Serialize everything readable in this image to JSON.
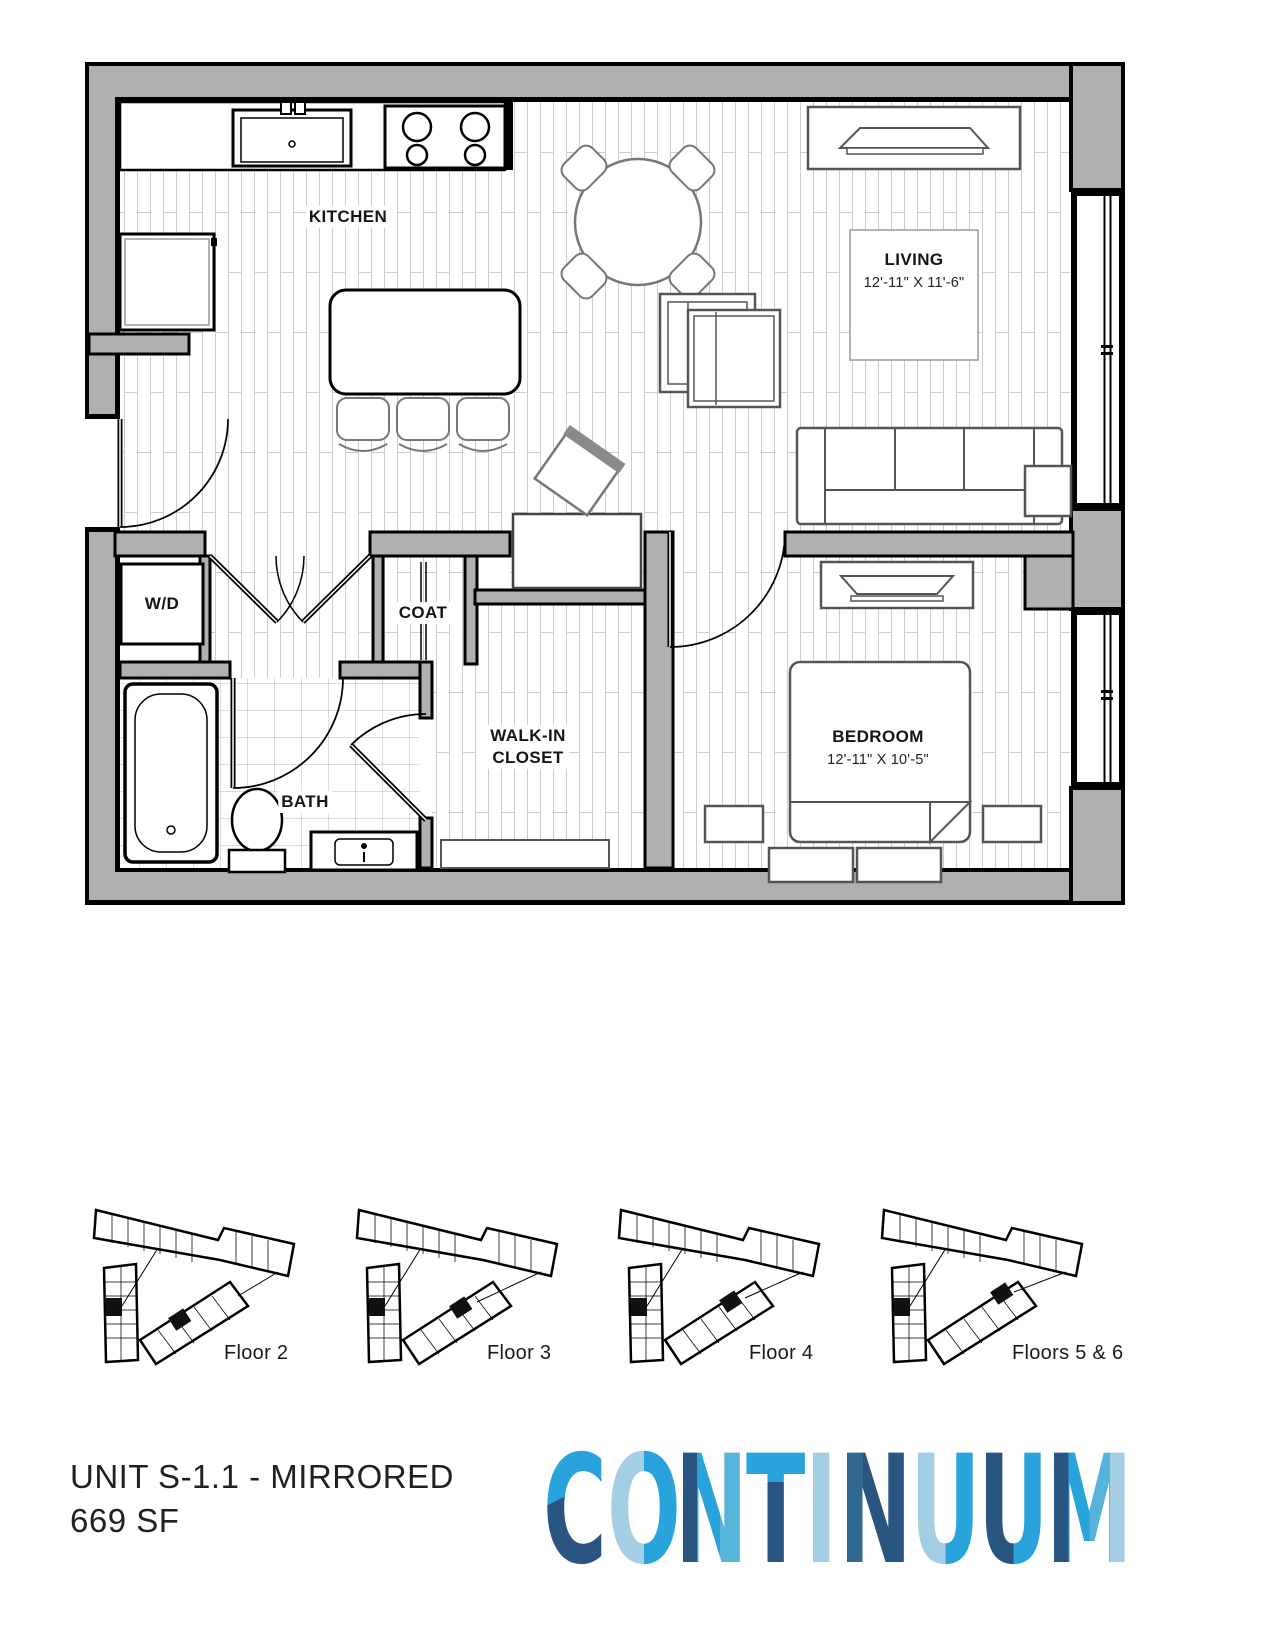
{
  "floor_plan": {
    "rooms": {
      "kitchen": {
        "label": "KITCHEN"
      },
      "living": {
        "label": "LIVING",
        "dims": "12'-11\" X 11'-6\""
      },
      "bedroom": {
        "label": "BEDROOM",
        "dims": "12'-11\" X 10'-5\""
      },
      "walk_in_closet": {
        "label": "WALK-IN\nCLOSET"
      },
      "bath": {
        "label": "BATH"
      },
      "laundry": {
        "label": "W/D"
      },
      "coat": {
        "label": "COAT"
      }
    }
  },
  "locators": {
    "floors": [
      {
        "label": "Floor 2"
      },
      {
        "label": "Floor 3"
      },
      {
        "label": "Floor 4"
      },
      {
        "label": "Floors 5 & 6"
      }
    ]
  },
  "unit": {
    "name": "UNIT S-1.1 - MIRRORED",
    "area": "669 SF"
  },
  "logo": {
    "text": "CONTINUUM",
    "letters": [
      {
        "char": "C"
      },
      {
        "char": "O"
      },
      {
        "char": "N"
      },
      {
        "char": "T"
      },
      {
        "char": "I"
      },
      {
        "char": "N"
      },
      {
        "char": "U"
      },
      {
        "char": "U"
      },
      {
        "char": "M"
      }
    ],
    "palette": {
      "cyan": "#29A3DB",
      "navy": "#2A5580",
      "pale": "#A3CEE3",
      "medium": "#31688F",
      "midcyan": "#58B3DA"
    }
  }
}
